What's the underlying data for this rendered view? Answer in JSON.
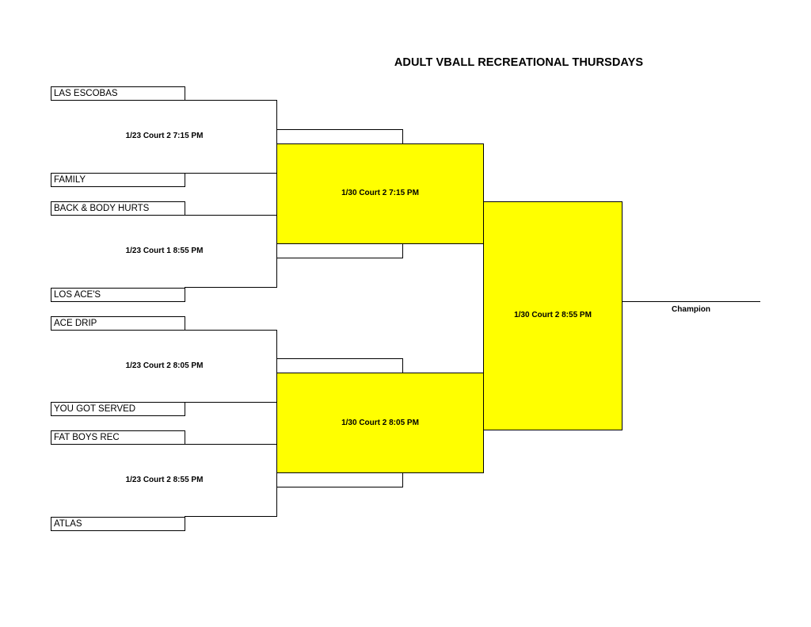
{
  "title": "ADULT VBALL RECREATIONAL THURSDAYS",
  "teams": [
    "LAS ESCOBAS",
    "FAMILY",
    "BACK & BODY HURTS",
    "LOS ACE'S",
    "ACE DRIP",
    "YOU GOT SERVED",
    "FAT BOYS REC",
    "ATLAS"
  ],
  "round1": [
    "1/23 Court  2 7:15 PM",
    "1/23 Court  1 8:55 PM",
    "1/23 Court  2 8:05 PM",
    "1/23 Court  2 8:55 PM"
  ],
  "round2": [
    "1/30 Court  2 7:15 PM",
    "1/30 Court  2 8:05 PM"
  ],
  "final": "1/30 Court  2 8:55 PM",
  "champion_label": "Champion",
  "colors": {
    "highlight": "#ffff00",
    "line": "#000000"
  }
}
